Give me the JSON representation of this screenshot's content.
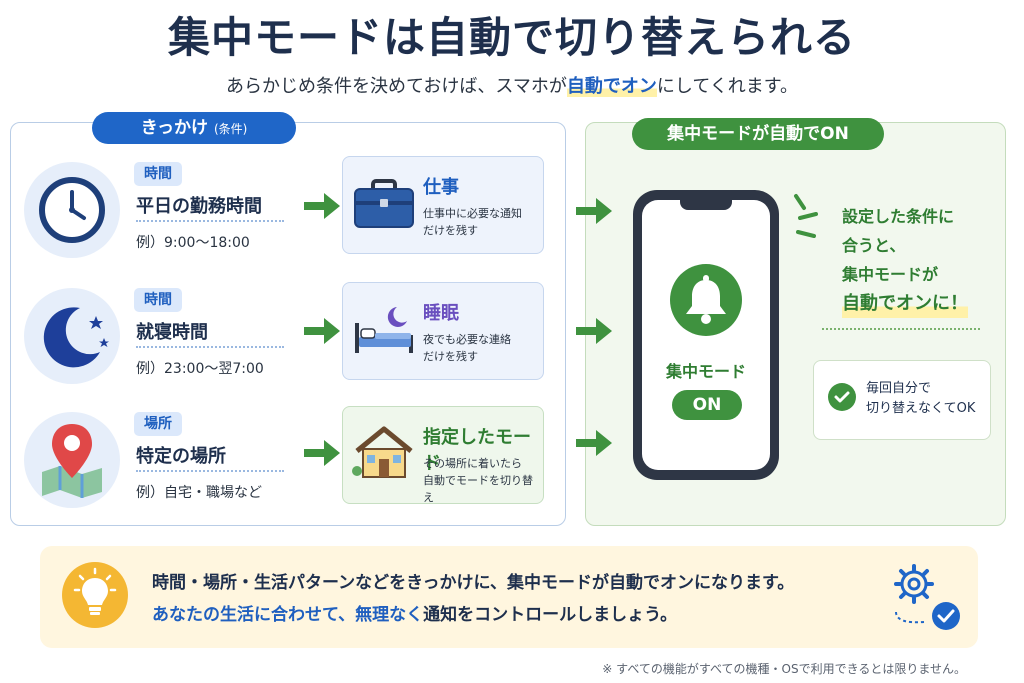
{
  "title": "集中モードは自動で切り替えられる",
  "subtitle": {
    "before": "あらかじめ条件を決めておけば、スマホが",
    "highlight": "自動でオン",
    "after": "にしてくれます。"
  },
  "left_panel": {
    "label": "きっかけ",
    "label_sub": "(条件)",
    "triggers": [
      {
        "tag": "時間",
        "condition": "平日の勤務時間",
        "example": "例）9:00〜18:00",
        "icon": "clock-icon"
      },
      {
        "tag": "時間",
        "condition": "就寝時間",
        "example": "例）23:00〜翌7:00",
        "icon": "moon-icon"
      },
      {
        "tag": "場所",
        "condition": "特定の場所",
        "example": "例）自宅・職場など",
        "icon": "map-pin-icon"
      }
    ],
    "modes": [
      {
        "name": "仕事",
        "desc_1": "仕事中に必要な通知",
        "desc_2": "だけを残す",
        "color": "#1f5fbf",
        "icon": "briefcase-icon"
      },
      {
        "name": "睡眠",
        "desc_1": "夜でも必要な連絡",
        "desc_2": "だけを残す",
        "color": "#6a4fbf",
        "icon": "bed-icon"
      },
      {
        "name": "指定したモード",
        "desc_1": "その場所に着いたら",
        "desc_2": "自動でモードを切り替え",
        "color": "#2f7d32",
        "icon": "house-icon"
      }
    ]
  },
  "right_panel": {
    "label": "集中モードが自動でON",
    "phone_label": "集中モード",
    "phone_on": "ON",
    "explain_1": "設定した条件に",
    "explain_2": "合うと、",
    "explain_3": "集中モードが",
    "explain_4": "自動でオンに！",
    "ok_1": "毎回自分で",
    "ok_2": "切り替えなくてOK"
  },
  "bottom": {
    "line1": "時間・場所・生活パターンなどをきっかけに、集中モードが自動でオンになります。",
    "line2_blue": "あなたの生活に合わせて、無理なく",
    "line2_rest": "通知をコントロールしましょう。"
  },
  "note": "※ すべての機能がすべての機種・OSで利用できるとは限りません。",
  "colors": {
    "blue": "#1f66c8",
    "green": "#3f923f",
    "navy": "#1e2f4d",
    "yellow": "#f4b733"
  }
}
